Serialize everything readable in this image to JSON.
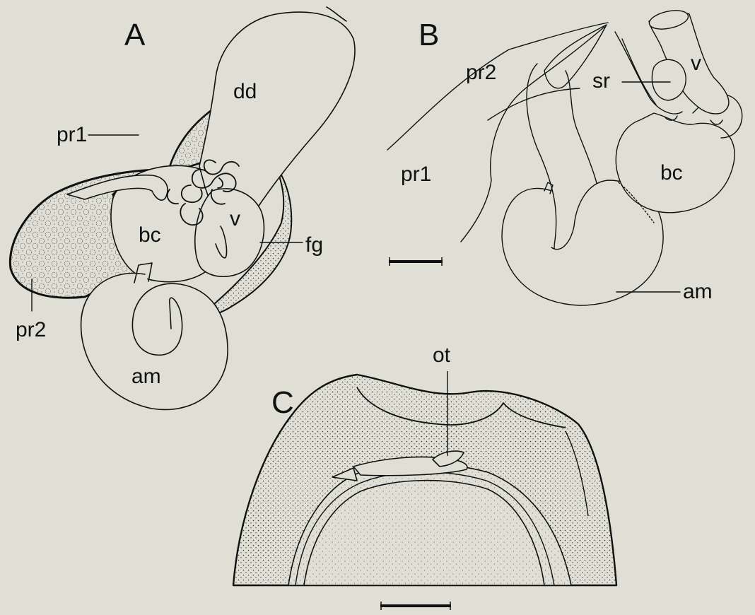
{
  "figure": {
    "background": "#dfdfd5",
    "ink": "#111111",
    "panels": [
      {
        "letter": "A",
        "labels": {
          "dd": "dd",
          "pr1": "pr1",
          "bc": "bc",
          "v": "v",
          "fg": "fg",
          "pr2": "pr2",
          "am": "am"
        }
      },
      {
        "letter": "B",
        "labels": {
          "pr2": "pr2",
          "sr": "sr",
          "v": "v",
          "pr1": "pr1",
          "bc": "bc",
          "am": "am"
        }
      },
      {
        "letter": "C",
        "labels": {
          "ot": "ot"
        }
      }
    ]
  }
}
